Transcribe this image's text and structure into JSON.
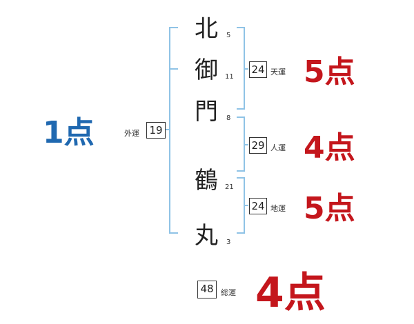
{
  "name_chars": [
    {
      "char": "北",
      "strokes": "5"
    },
    {
      "char": "御",
      "strokes": "11"
    },
    {
      "char": "門",
      "strokes": "8"
    },
    {
      "char": "鶴",
      "strokes": "21"
    },
    {
      "char": "丸",
      "strokes": "3"
    }
  ],
  "fortunes": {
    "tenkaku": {
      "label": "天運",
      "value": "24",
      "score": "5点"
    },
    "jinkaku": {
      "label": "人運",
      "value": "29",
      "score": "4点"
    },
    "chikaku": {
      "label": "地運",
      "value": "24",
      "score": "5点"
    },
    "gaikaku": {
      "label": "外運",
      "value": "19",
      "score": "1点"
    },
    "soukaku": {
      "label": "総運",
      "value": "48",
      "score": "4点"
    }
  },
  "colors": {
    "bracket": "#8fc3e6",
    "score_red": "#c4161c",
    "score_blue": "#1f68b0"
  }
}
